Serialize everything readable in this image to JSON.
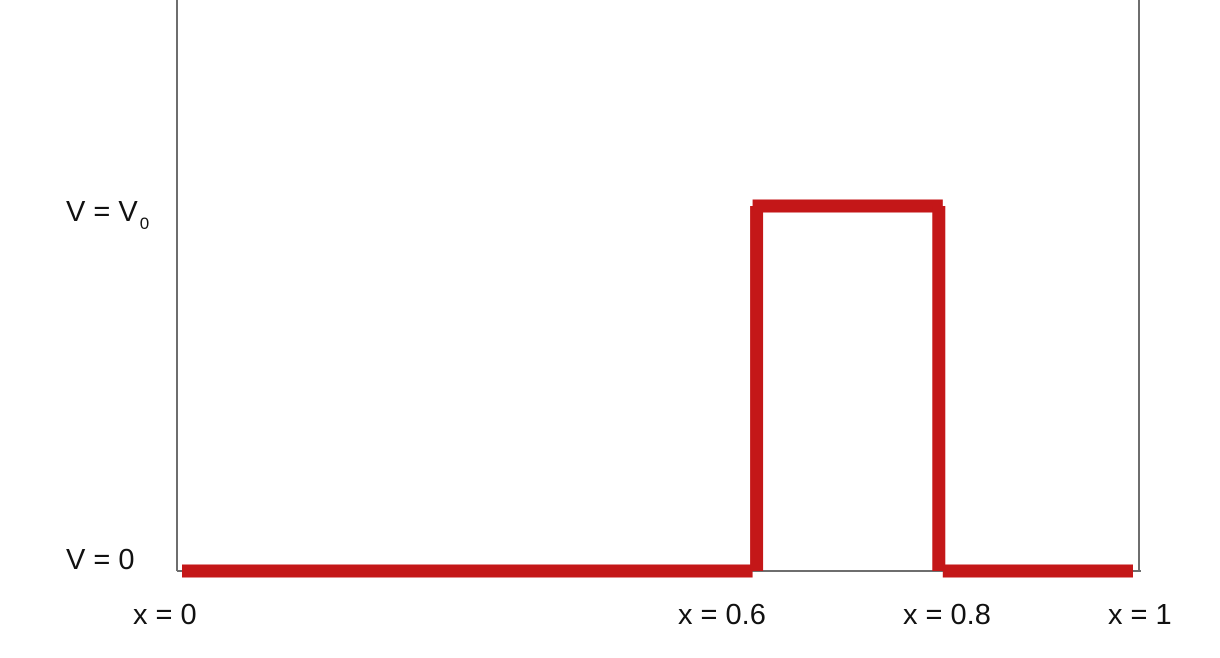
{
  "colors": {
    "potential": "#c41718",
    "axis": "#6e6e6e",
    "text": "#111111"
  },
  "labels": {
    "v_high_main": "V = V",
    "v_high_sub": "0",
    "v_zero": "V = 0",
    "x_ticks": [
      "x = 0",
      "x = 0.6",
      "x = 0.8",
      "x = 1"
    ]
  },
  "chart_data": {
    "type": "line",
    "x_range": [
      0,
      1
    ],
    "y_levels": [
      "0",
      "V0"
    ],
    "x_ticks": [
      0,
      0.6,
      0.8,
      1
    ],
    "series": [
      {
        "points": [
          [
            0,
            0
          ],
          [
            0.6,
            0
          ],
          [
            0.6,
            1
          ],
          [
            0.8,
            1
          ],
          [
            0.8,
            0
          ],
          [
            1,
            0
          ]
        ]
      }
    ]
  }
}
